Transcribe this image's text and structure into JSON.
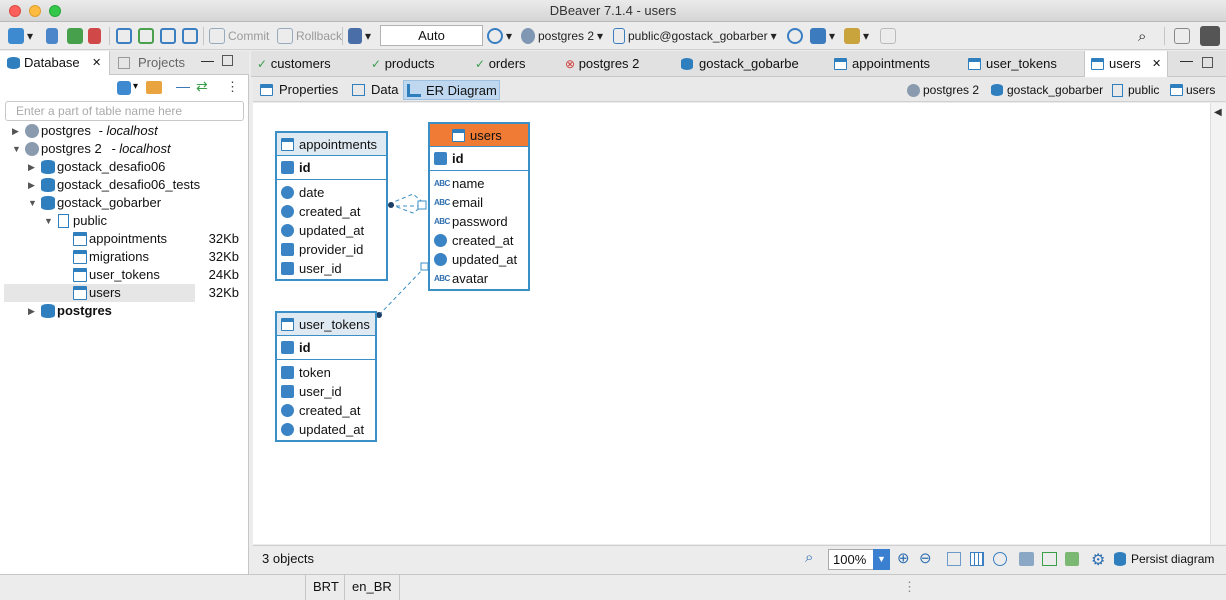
{
  "window": {
    "title": "DBeaver 7.1.4 - users"
  },
  "toolbar": {
    "commit_label": "Commit",
    "rollback_label": "Rollback",
    "transaction_mode": "Auto",
    "active_datasource": "postgres 2",
    "active_schema": "public@gostack_gobarber"
  },
  "left_panel": {
    "tabs": [
      "Database",
      "Projects"
    ],
    "filter_placeholder": "Enter a part of table name here",
    "tree": [
      {
        "label": "postgres",
        "suffix": "- localhost",
        "size": ""
      },
      {
        "label": "postgres 2",
        "suffix": "- localhost",
        "size": ""
      },
      {
        "label": "gostack_desafio06",
        "suffix": "",
        "size": ""
      },
      {
        "label": "gostack_desafio06_tests",
        "suffix": "",
        "size": ""
      },
      {
        "label": "gostack_gobarber",
        "suffix": "",
        "size": ""
      },
      {
        "label": "public",
        "suffix": "",
        "size": ""
      },
      {
        "label": "appointments",
        "suffix": "",
        "size": "32Kb"
      },
      {
        "label": "migrations",
        "suffix": "",
        "size": "32Kb"
      },
      {
        "label": "user_tokens",
        "suffix": "",
        "size": "24Kb"
      },
      {
        "label": "users",
        "suffix": "",
        "size": "32Kb"
      },
      {
        "label": "postgres",
        "suffix": "",
        "size": ""
      }
    ]
  },
  "editor_tabs": [
    "customers",
    "products",
    "orders",
    "postgres 2",
    "gostack_gobarbe",
    "appointments",
    "user_tokens",
    "users"
  ],
  "sub_tabs": [
    "Properties",
    "Data",
    "ER Diagram"
  ],
  "breadcrumb": [
    "postgres 2",
    "gostack_gobarber",
    "public",
    "users"
  ],
  "diagram": {
    "entities": {
      "appointments": {
        "title": "appointments",
        "pk": "id",
        "columns": [
          "date",
          "created_at",
          "updated_at",
          "provider_id",
          "user_id"
        ]
      },
      "users": {
        "title": "users",
        "pk": "id",
        "columns": [
          "name",
          "email",
          "password",
          "created_at",
          "updated_at",
          "avatar"
        ]
      },
      "user_tokens": {
        "title": "user_tokens",
        "pk": "id",
        "columns": [
          "token",
          "user_id",
          "created_at",
          "updated_at"
        ]
      }
    }
  },
  "edit_status": {
    "objects_count": "3 objects",
    "zoom": "100%",
    "persist_label": "Persist diagram"
  },
  "status_bar": {
    "timezone": "BRT",
    "locale": "en_BR"
  },
  "colors": {
    "accent": "#3b8fc7",
    "highlight_header": "#f07b34",
    "selection": "#bfd8ef"
  }
}
